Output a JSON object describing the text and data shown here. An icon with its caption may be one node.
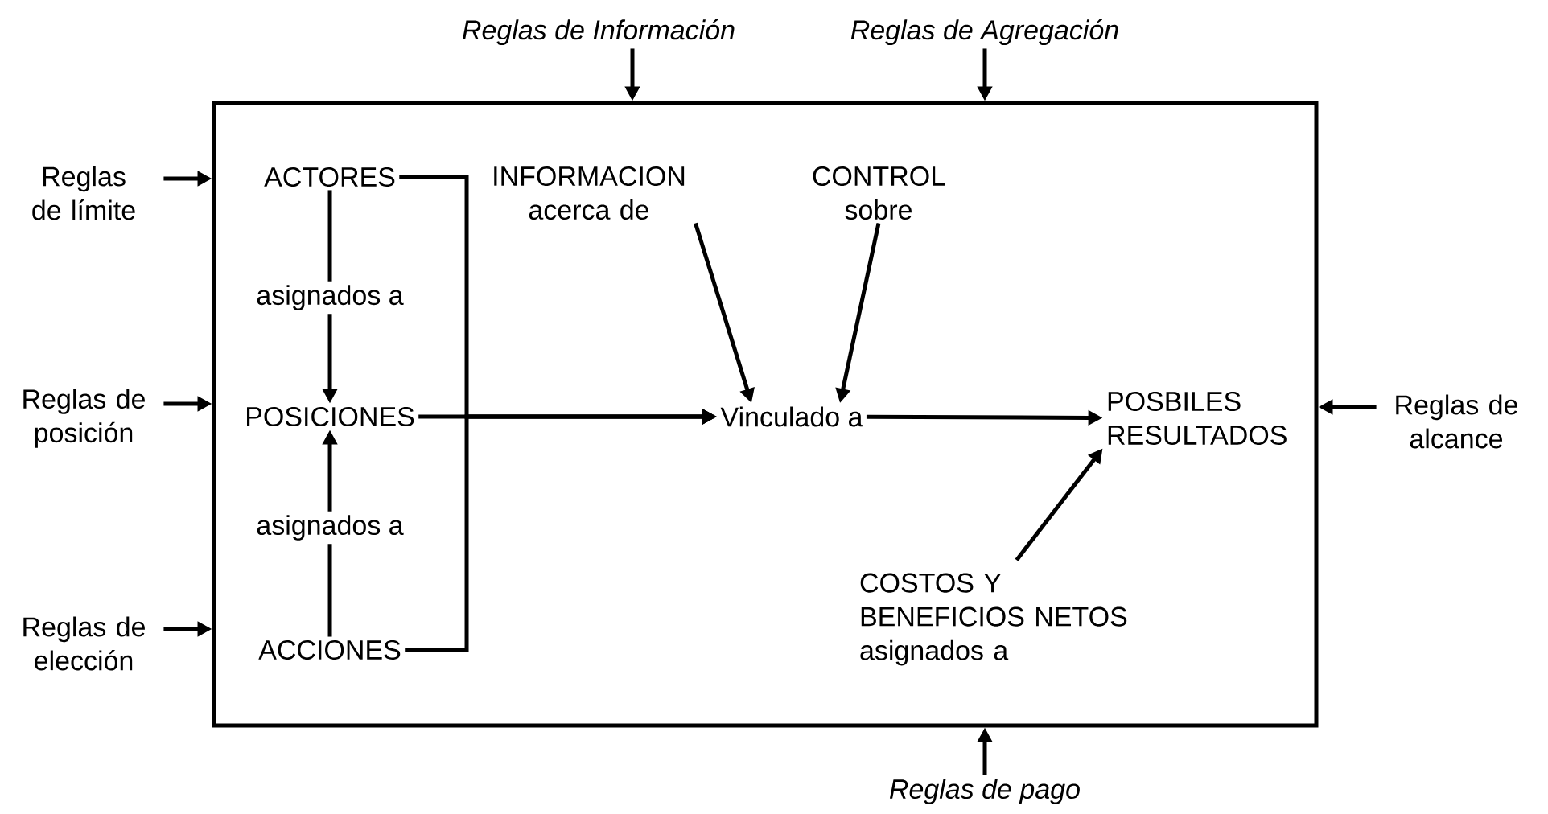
{
  "diagram": {
    "nodes": [
      {
        "text": [],
        "shape": "box"
      },
      {
        "text": [
          "Reglas de Información"
        ]
      },
      {
        "text": [
          "Reglas de Agregación"
        ]
      },
      {
        "text": [
          "Reglas de límite"
        ]
      },
      {
        "text": [
          "Reglas de posición"
        ]
      },
      {
        "text": [
          "Reglas de elección"
        ]
      },
      {
        "text": [
          "Reglas de alcance"
        ]
      },
      {
        "text": [
          "Reglas de pago"
        ]
      },
      {
        "text": [
          "ACTORES"
        ],
        "in": 0
      },
      {
        "text": [
          "asignados a"
        ],
        "in": 0
      },
      {
        "text": [
          "POSICIONES"
        ],
        "in": 0
      },
      {
        "text": [
          "asignados a"
        ],
        "in": 0
      },
      {
        "text": [
          "ACCIONES"
        ],
        "in": 0
      },
      {
        "text": [
          "INFORMACION acerca de"
        ],
        "in": 0
      },
      {
        "text": [
          "CONTROL sobre"
        ],
        "in": 0
      },
      {
        "text": [
          "Vinculado a"
        ],
        "in": 0
      },
      {
        "text": [
          "POSBILES RESULTADOS"
        ],
        "in": 0
      },
      {
        "text": [
          "COSTOS Y BENEFICIOS NETOS asignados a"
        ],
        "in": 0
      }
    ],
    "edges": [
      {
        "from": 1,
        "to": 0,
        "arrow": "to"
      },
      {
        "from": 2,
        "to": 0,
        "arrow": "to"
      },
      {
        "from": 3,
        "to": 0,
        "arrow": "to"
      },
      {
        "from": 4,
        "to": 0,
        "arrow": "to"
      },
      {
        "from": 5,
        "to": 0,
        "arrow": "to"
      },
      {
        "from": 6,
        "to": 0,
        "arrow": "to"
      },
      {
        "from": 7,
        "to": 0,
        "arrow": "to"
      },
      {
        "from": 8,
        "to": 9,
        "arrow": "none"
      },
      {
        "from": 9,
        "to": 10,
        "arrow": "to"
      },
      {
        "from": 12,
        "to": 11,
        "arrow": "none"
      },
      {
        "from": 11,
        "to": 10,
        "arrow": "to"
      },
      {
        "from": 8,
        "to": 15,
        "arrow": "to"
      },
      {
        "from": 10,
        "to": 15,
        "arrow": "to"
      },
      {
        "from": 12,
        "to": 15,
        "arrow": "to"
      },
      {
        "from": 13,
        "to": 15,
        "arrow": "to"
      },
      {
        "from": 14,
        "to": 15,
        "arrow": "to"
      },
      {
        "from": 15,
        "to": 16,
        "arrow": "to"
      },
      {
        "from": 17,
        "to": 16,
        "arrow": "to"
      }
    ]
  }
}
